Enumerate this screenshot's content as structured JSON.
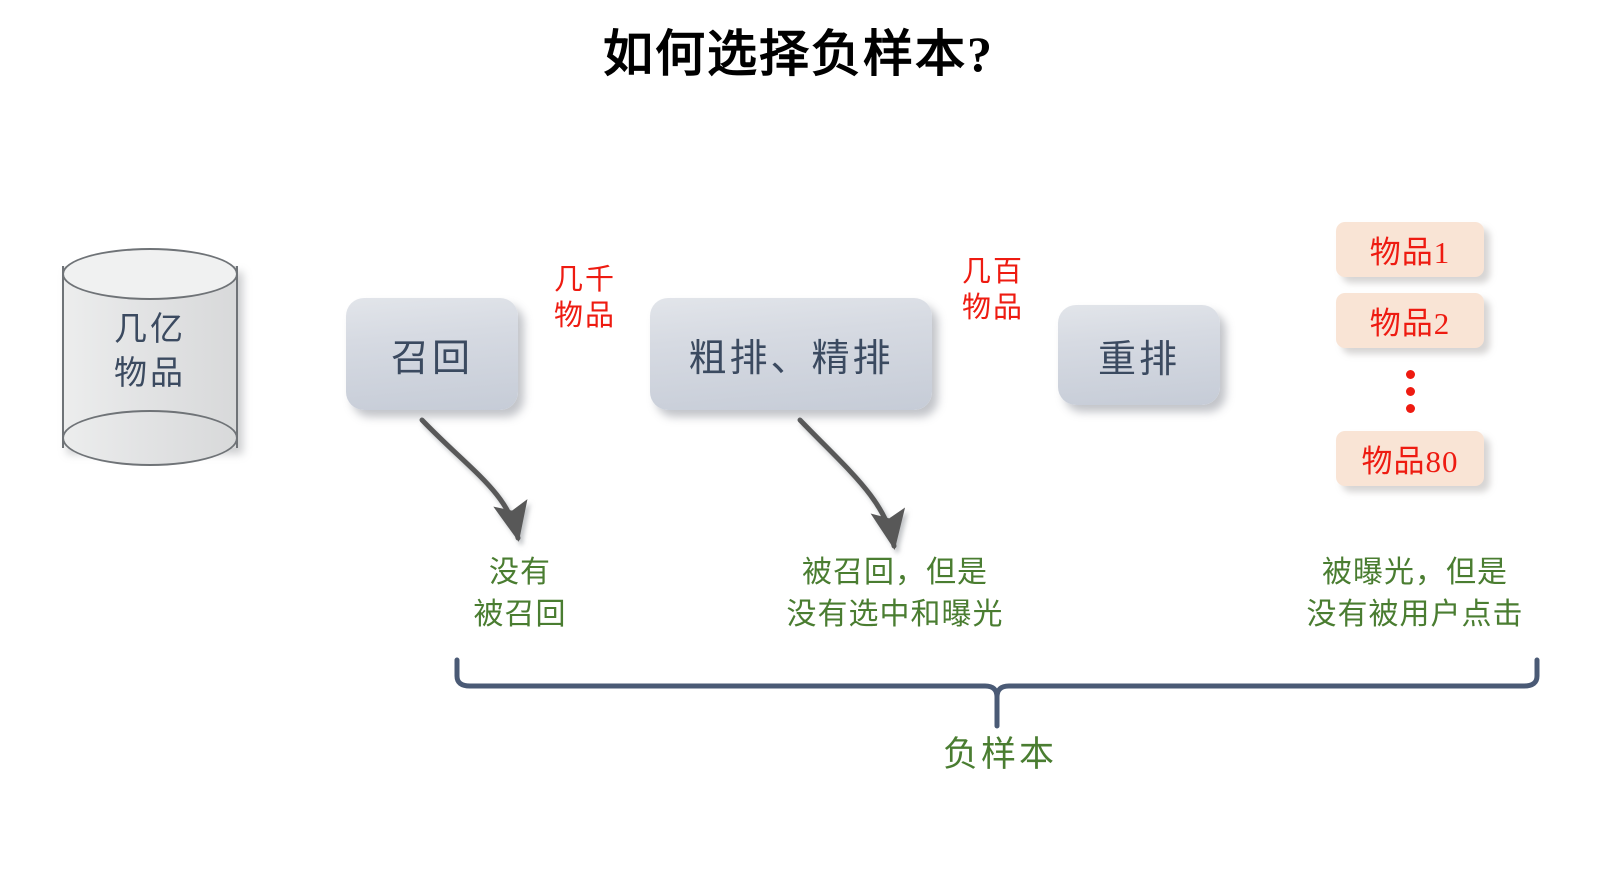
{
  "title": "如何选择负样本?",
  "source": {
    "name": "item-pool-cylinder",
    "label_line1": "几亿",
    "label_line2": "物品"
  },
  "stages": [
    {
      "key": "recall",
      "label": "召回"
    },
    {
      "key": "ranking",
      "label": "粗排、精排"
    },
    {
      "key": "rerank",
      "label": "重排"
    }
  ],
  "flow_labels": [
    {
      "key": "after-recall",
      "line1": "几千",
      "line2": "物品"
    },
    {
      "key": "after-ranking",
      "line1": "几百",
      "line2": "物品"
    }
  ],
  "results": {
    "items": [
      {
        "label": "物品1"
      },
      {
        "label": "物品2"
      },
      {
        "label": "物品80"
      }
    ],
    "ellipsis": "⋮"
  },
  "notes": [
    {
      "key": "not-recalled",
      "line1": "没有",
      "line2": "被召回"
    },
    {
      "key": "recalled-not-shown",
      "line1": "被召回，但是",
      "line2": "没有选中和曝光"
    },
    {
      "key": "shown-not-clicked",
      "line1": "被曝光，但是",
      "line2": "没有被用户点击"
    }
  ],
  "brace_label": "负样本",
  "colors": {
    "title": "#000000",
    "box_fill": "#d2d7df",
    "box_text": "#3b4a60",
    "item_fill": "#f9e4d5",
    "item_text": "#ee1b11",
    "flow_label": "#ee1b11",
    "note_text": "#4a7d31",
    "arrow": "#585858",
    "brace": "#4a5a75",
    "cylinder_fill": "#e6e7e8",
    "cylinder_stroke": "#6f7377"
  }
}
